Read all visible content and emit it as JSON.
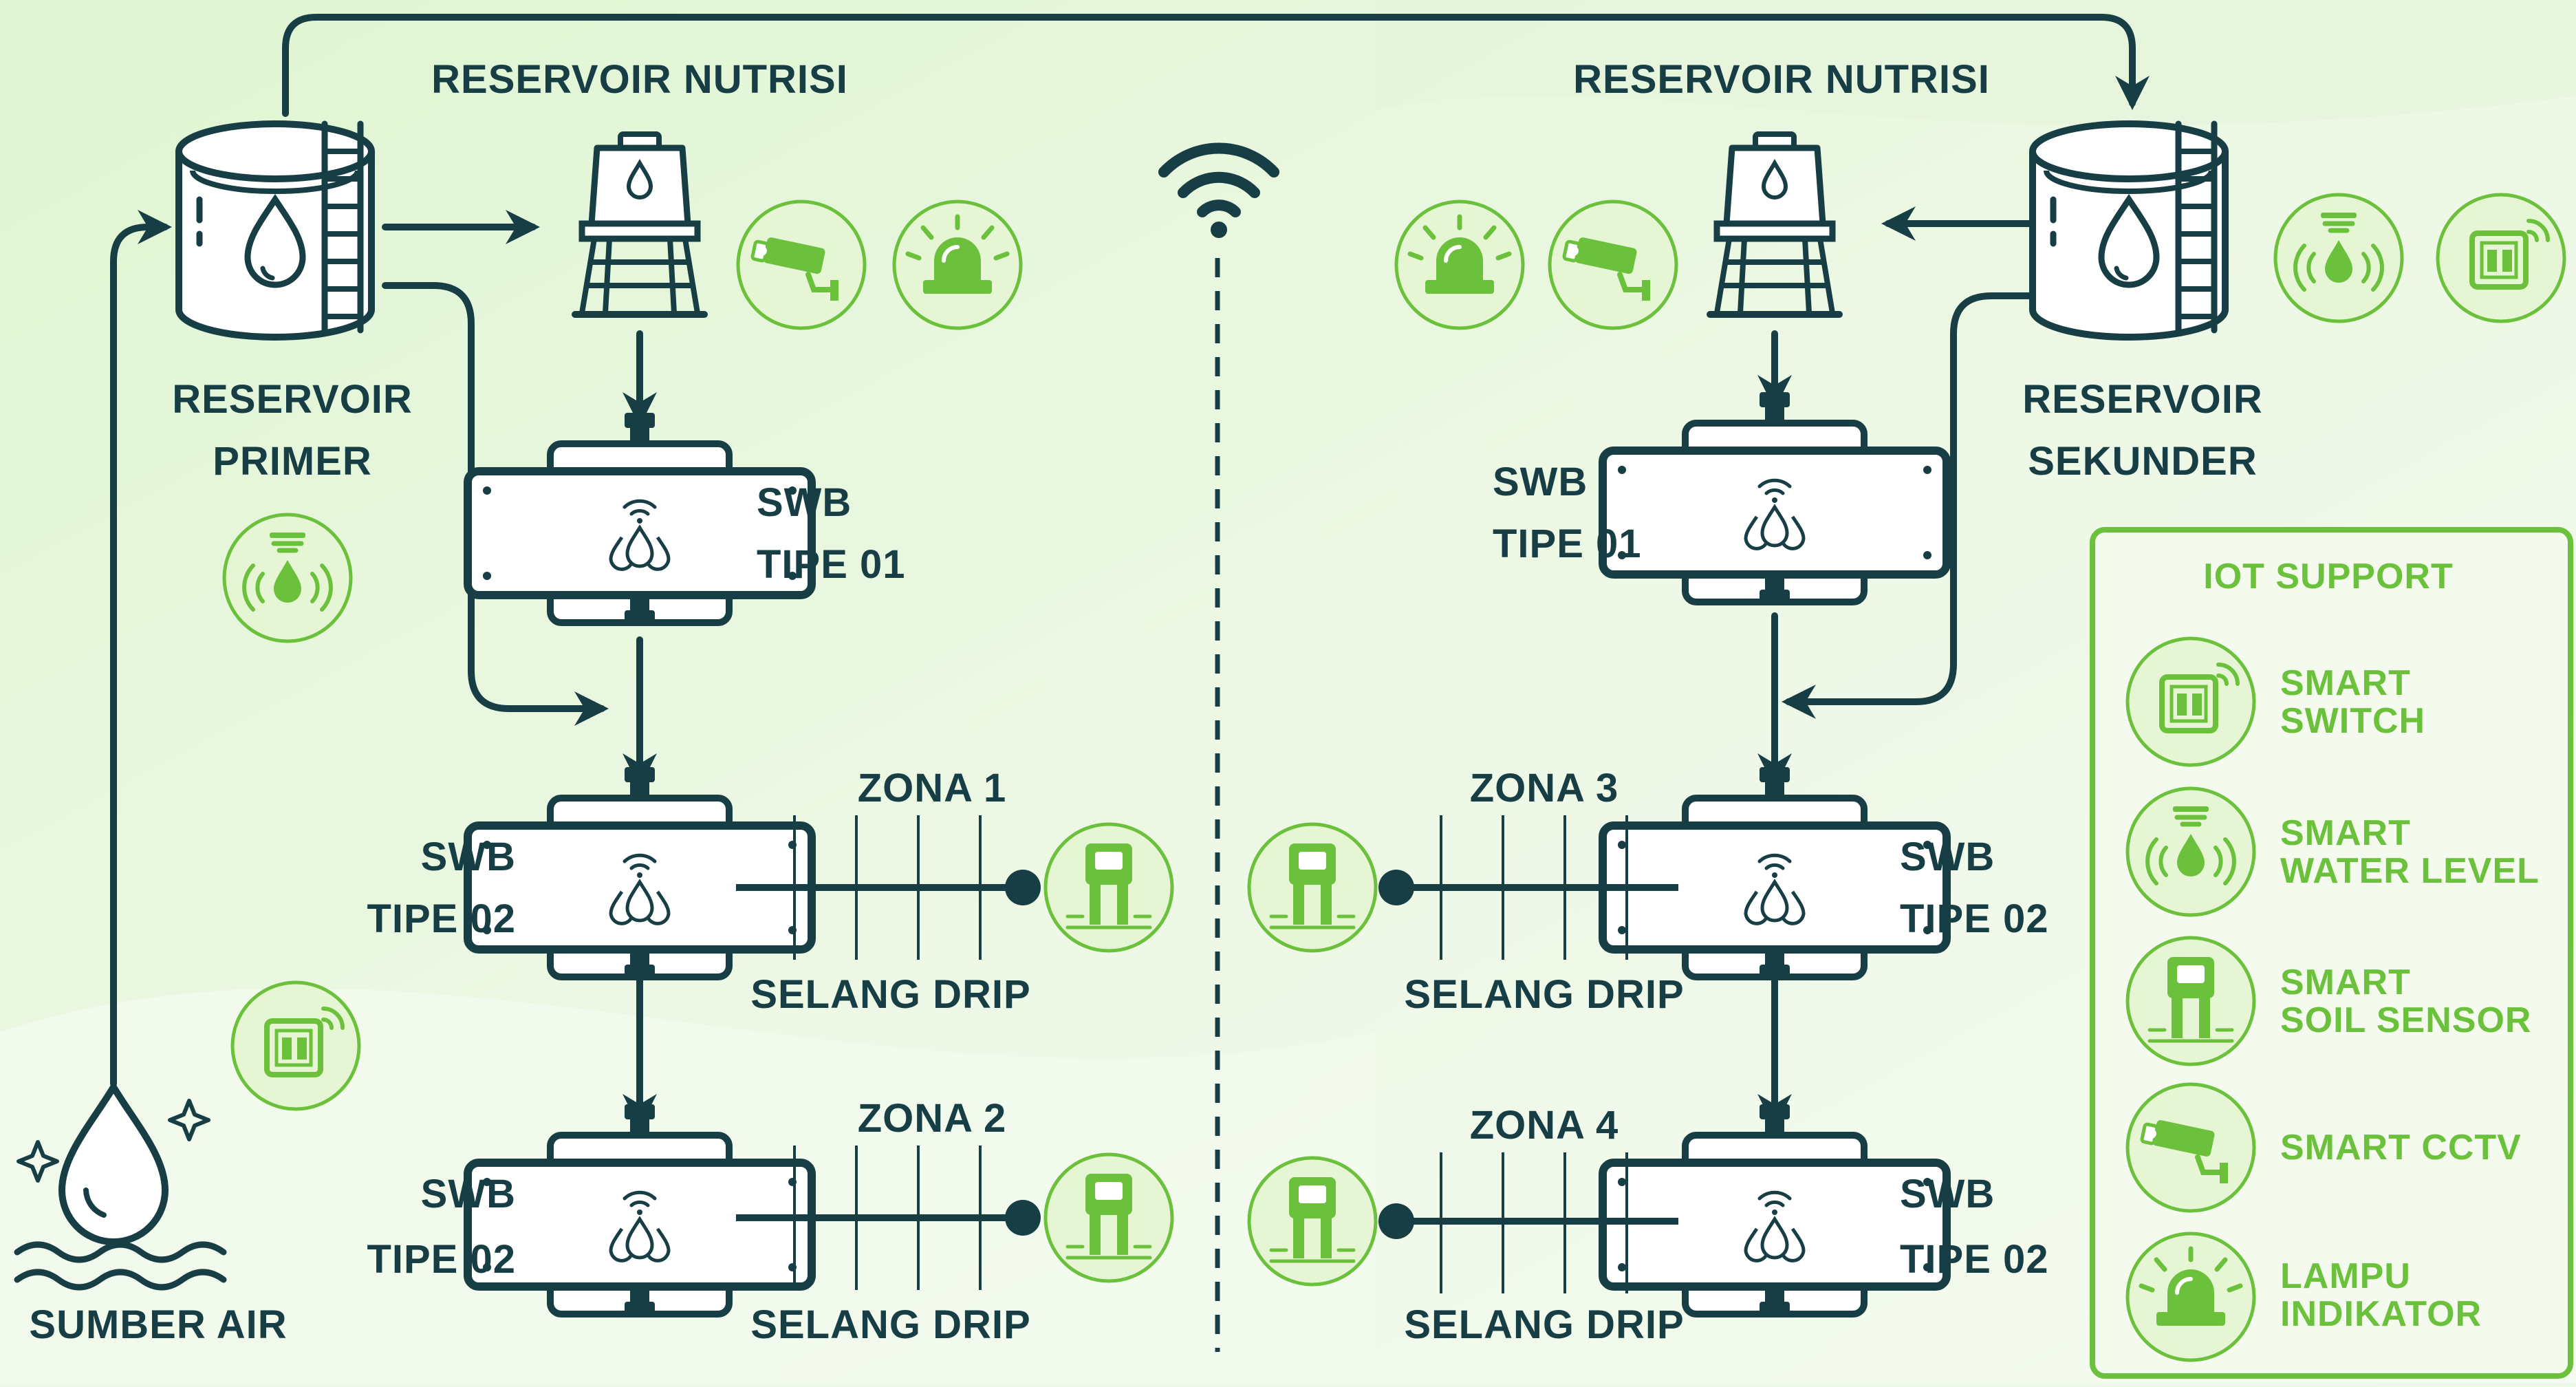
{
  "colors": {
    "dark": "#173d45",
    "green": "#6cc13c",
    "badge_fill": "#e6f6d4",
    "background": "#eef8e6"
  },
  "labels": {
    "reservoir_nutrisi_left": "RESERVOIR NUTRISI",
    "reservoir_nutrisi_right": "RESERVOIR NUTRISI",
    "reservoir_primer_1": "RESERVOIR",
    "reservoir_primer_2": "PRIMER",
    "reservoir_sekunder_1": "RESERVOIR",
    "reservoir_sekunder_2": "SEKUNDER",
    "sumber_air": "SUMBER AIR",
    "swb": "SWB",
    "tipe_01": "TIPE 01",
    "tipe_02": "TIPE 02",
    "selang_drip": "SELANG DRIP",
    "zona_1": "ZONA 1",
    "zona_2": "ZONA 2",
    "zona_3": "ZONA 3",
    "zona_4": "ZONA 4"
  },
  "legend": {
    "title": "IOT SUPPORT",
    "items": [
      {
        "line1": "SMART",
        "line2": "SWITCH",
        "icon": "smart-switch-icon"
      },
      {
        "line1": "SMART",
        "line2": "WATER LEVEL",
        "icon": "water-level-icon"
      },
      {
        "line1": "SMART",
        "line2": "SOIL SENSOR",
        "icon": "soil-sensor-icon"
      },
      {
        "line1": "SMART CCTV",
        "line2": "",
        "icon": "cctv-icon"
      },
      {
        "line1": "LAMPU",
        "line2": "INDIKATOR",
        "icon": "indicator-lamp-icon"
      }
    ]
  }
}
